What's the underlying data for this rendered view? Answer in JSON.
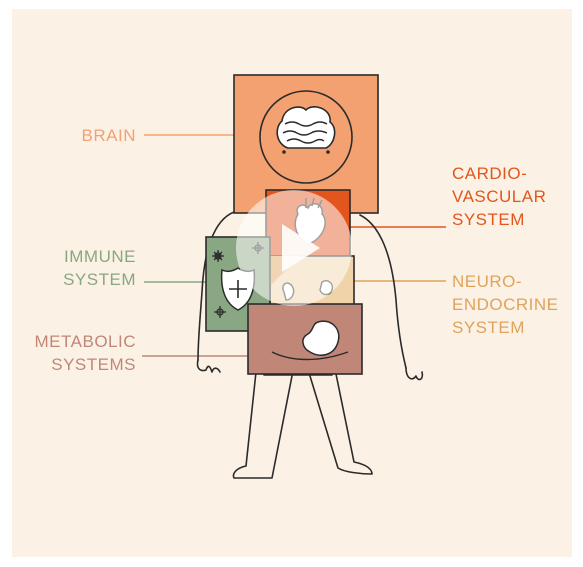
{
  "labels": {
    "brain": "BRAIN",
    "cardio": [
      "CARDIO-",
      "VASCULAR",
      "SYSTEM"
    ],
    "immune": [
      "IMMUNE",
      "SYSTEM"
    ],
    "neuro": [
      "NEURO-",
      "ENDOCRINE",
      "SYSTEM"
    ],
    "metabolic": [
      "METABOLIC",
      "SYSTEMS"
    ]
  },
  "colors": {
    "background": "#fbf2e5",
    "brain": "#f3a171",
    "cardio": "#e2561e",
    "immune": "#8aa783",
    "neuro": "#e0a35c",
    "metabolic": "#c08778",
    "outline": "#2b2b2b"
  },
  "icons": {
    "brain": "brain-icon",
    "heart": "heart-icon",
    "shield": "shield-icon",
    "germ": "germ-icon",
    "glands": "gland-icon",
    "stomach": "stomach-icon",
    "play": "play-icon"
  }
}
